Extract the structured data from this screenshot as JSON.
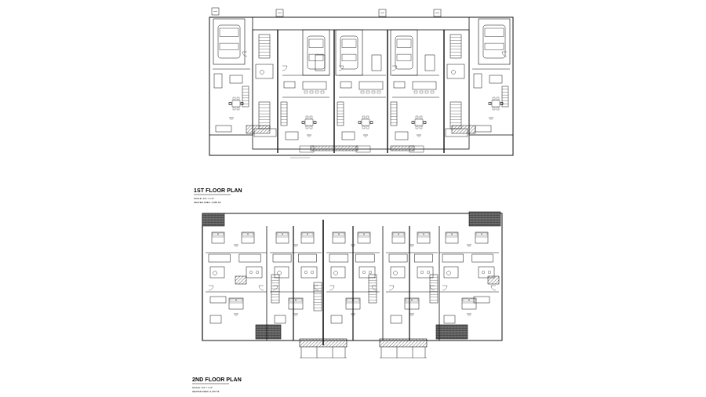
{
  "plans": [
    {
      "title": "1ST FLOOR PLAN",
      "scale": "SCALE: 1/4\" = 1'-0\"",
      "area": "HEATED AREA: 4,658 SF"
    },
    {
      "title": "2ND FLOOR PLAN",
      "scale": "SCALE: 1/4\" = 1'-0\"",
      "area": "HEATED AREA: 6,125 SF"
    }
  ],
  "colors": {
    "line": "#111111",
    "hatch": "#555555",
    "background": "#ffffff"
  }
}
